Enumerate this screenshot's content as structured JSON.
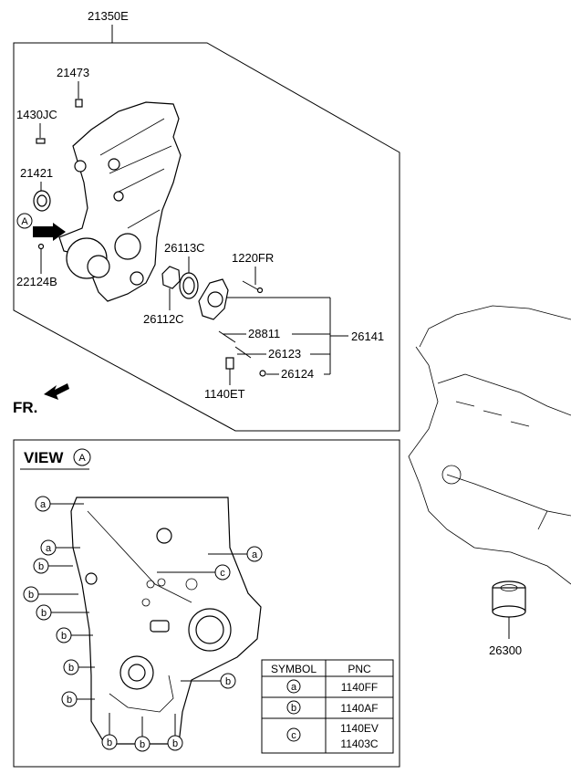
{
  "assembly": {
    "part_no": "21350E"
  },
  "parts": {
    "p21473": "21473",
    "p1430jc": "1430JC",
    "p21421": "21421",
    "p22124b": "22124B",
    "p26113c": "26113C",
    "p26112c": "26112C",
    "p1220fr": "1220FR",
    "p28811": "28811",
    "p26123": "26123",
    "p26124": "26124",
    "p26141": "26141",
    "p1140et": "1140ET",
    "p26300": "26300"
  },
  "view_marker": "A",
  "front_label": "FR.",
  "view": {
    "title": "VIEW",
    "marker": "A"
  },
  "callout_letters": {
    "a": "a",
    "b": "b",
    "c": "c"
  },
  "legend": {
    "header_symbol": "SYMBOL",
    "header_pnc": "PNC",
    "rows": [
      {
        "symbol": "a",
        "pnc_1": "1140FF",
        "pnc_2": ""
      },
      {
        "symbol": "b",
        "pnc_1": "1140AF",
        "pnc_2": ""
      },
      {
        "symbol": "c",
        "pnc_1": "1140EV",
        "pnc_2": "11403C"
      }
    ]
  }
}
